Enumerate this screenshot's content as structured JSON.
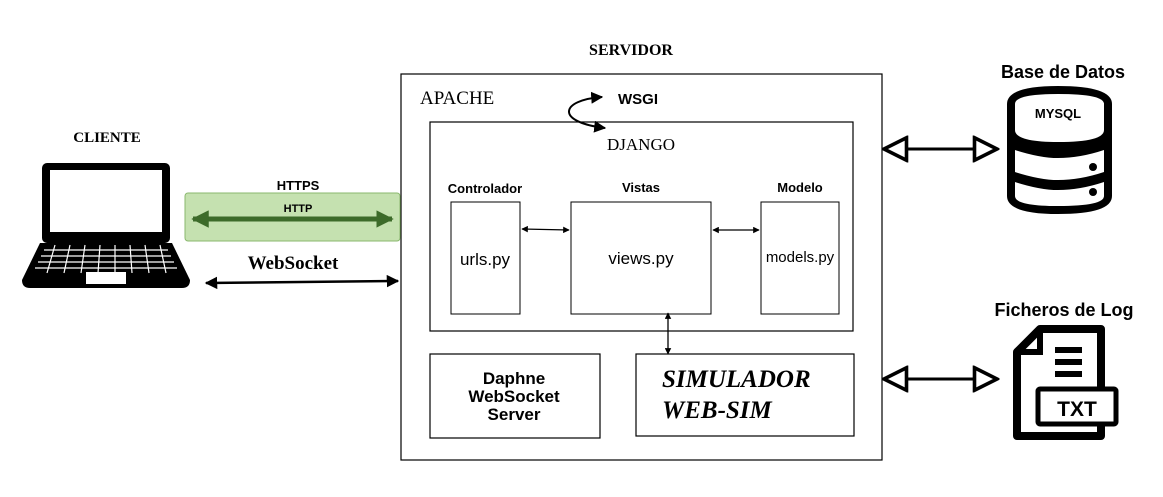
{
  "labels": {
    "servidor": "SERVIDOR",
    "cliente": "CLIENTE",
    "apache": "APACHE",
    "wsgi": "WSGI",
    "django": "DJANGO",
    "controlador": "Controlador",
    "vistas": "Vistas",
    "modelo": "Modelo",
    "urls": "urls.py",
    "views": "views.py",
    "models": "models.py",
    "daphne_line1": "Daphne",
    "daphne_line2": "WebSocket",
    "daphne_line3": "Server",
    "simulador_line1": "SIMULADOR",
    "simulador_line2": "WEB-SIM",
    "https": "HTTPS",
    "http": "HTTP",
    "websocket": "WebSocket",
    "base_de_datos": "Base de Datos",
    "mysql": "MYSQL",
    "ficheros_de_log": "Ficheros de Log",
    "txt": "TXT"
  },
  "colors": {
    "http_band_fill": "#c5e1b0",
    "http_band_border": "#8ab86e",
    "http_arrow": "#3d6b2a",
    "stroke": "#000000"
  },
  "icons": {
    "client": "laptop-icon",
    "database": "database-icon",
    "log": "txt-file-icon"
  }
}
